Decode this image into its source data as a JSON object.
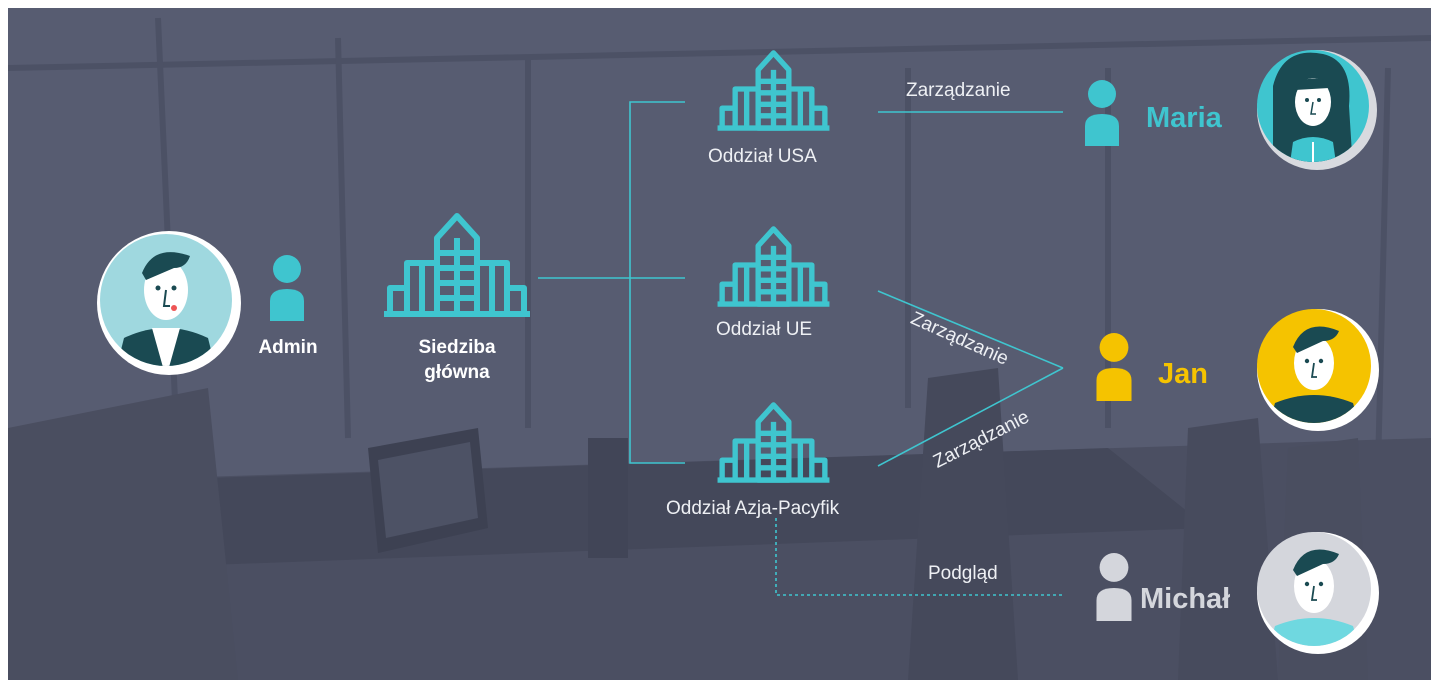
{
  "nodes": {
    "admin": "Admin",
    "headquarters": [
      "Siedziba",
      "główna"
    ],
    "branch_usa": "Oddział USA",
    "branch_eu": "Oddział UE",
    "branch_apac": "Oddział Azja-Pacyfik"
  },
  "edges": {
    "usa_maria": "Zarządzanie",
    "eu_jan": "Zarządzanie",
    "apac_jan": "Zarządzanie",
    "apac_michal": "Podgląd"
  },
  "users": {
    "maria": {
      "name": "Maria",
      "color": "#3fc5cf"
    },
    "jan": {
      "name": "Jan",
      "color": "#f5c300"
    },
    "michal": {
      "name": "Michał",
      "color": "#d4d6dc"
    }
  },
  "colors": {
    "accent": "#3fc5cf",
    "overlay": "#555a6f"
  }
}
